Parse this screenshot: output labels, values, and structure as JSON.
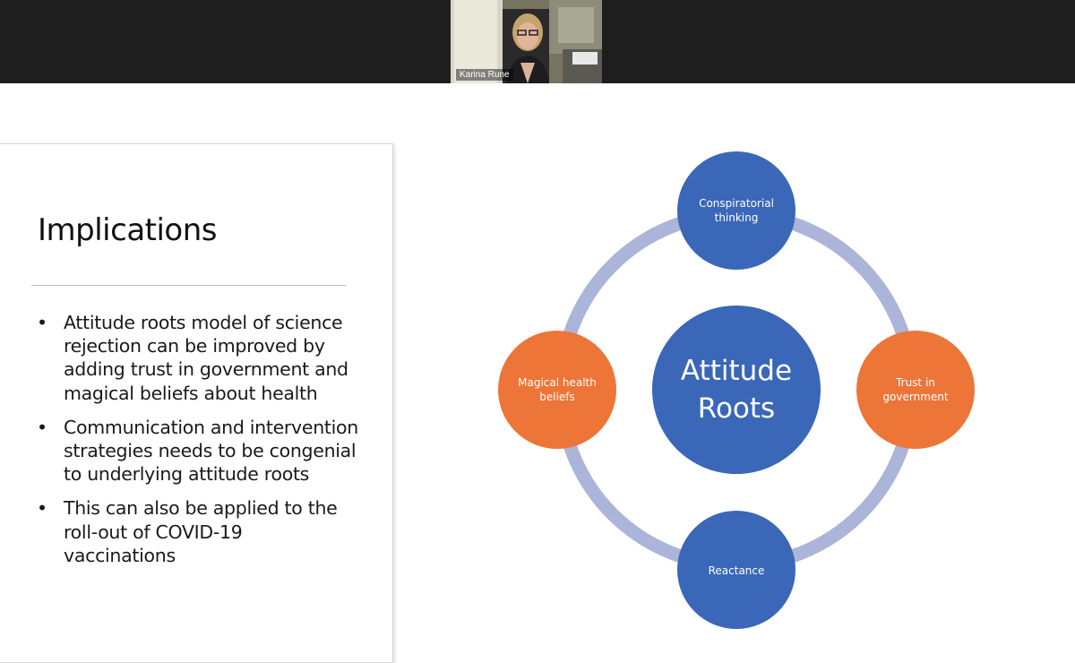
{
  "meeting": {
    "participant_name": "Karina Rune"
  },
  "slide": {
    "title": "Implications",
    "bullets": [
      "Attitude roots model of science rejection can be improved by adding trust in government and magical beliefs about health",
      "Communication and intervention strategies needs to be congenial to underlying attitude roots",
      "This can also be applied to the roll-out of COVID-19 vaccinations"
    ],
    "bullet_symbol": "•"
  },
  "diagram": {
    "center": {
      "line1": "Attitude",
      "line2": "Roots"
    },
    "nodes": {
      "top": {
        "line1": "Conspiratorial",
        "line2": "thinking"
      },
      "left": {
        "line1": "Magical health",
        "line2": "beliefs"
      },
      "right": {
        "line1": "Trust in",
        "line2": "government"
      },
      "bottom": {
        "line1": "Reactance",
        "line2": ""
      }
    },
    "colors": {
      "blue": "#3a67b8",
      "orange": "#ed7538",
      "ring": "#aab5d9"
    }
  }
}
